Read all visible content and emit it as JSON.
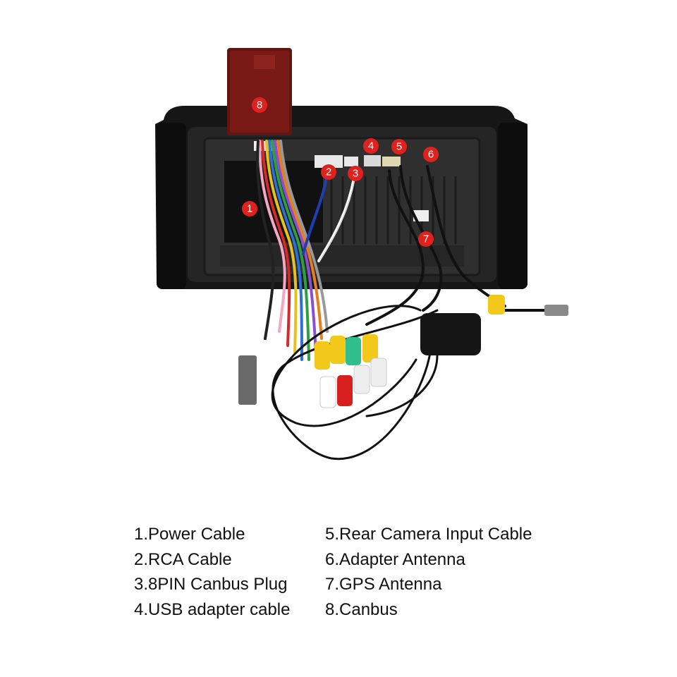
{
  "colors": {
    "marker": "#e0221e",
    "unit_body": "#1a1a1a",
    "canbus_box": "#7a1a16"
  },
  "markers": [
    {
      "id": "1",
      "label": "1"
    },
    {
      "id": "2",
      "label": "2"
    },
    {
      "id": "3",
      "label": "3"
    },
    {
      "id": "4",
      "label": "4"
    },
    {
      "id": "5",
      "label": "5"
    },
    {
      "id": "6",
      "label": "6"
    },
    {
      "id": "7",
      "label": "7"
    },
    {
      "id": "8",
      "label": "8"
    }
  ],
  "legend": {
    "left": [
      "1.Power Cable",
      "2.RCA Cable",
      "3.8PIN Canbus Plug",
      "4.USB adapter cable"
    ],
    "right": [
      "5.Rear Camera Input Cable",
      "6.Adapter Antenna",
      "7.GPS Antenna",
      "8.Canbus"
    ]
  }
}
